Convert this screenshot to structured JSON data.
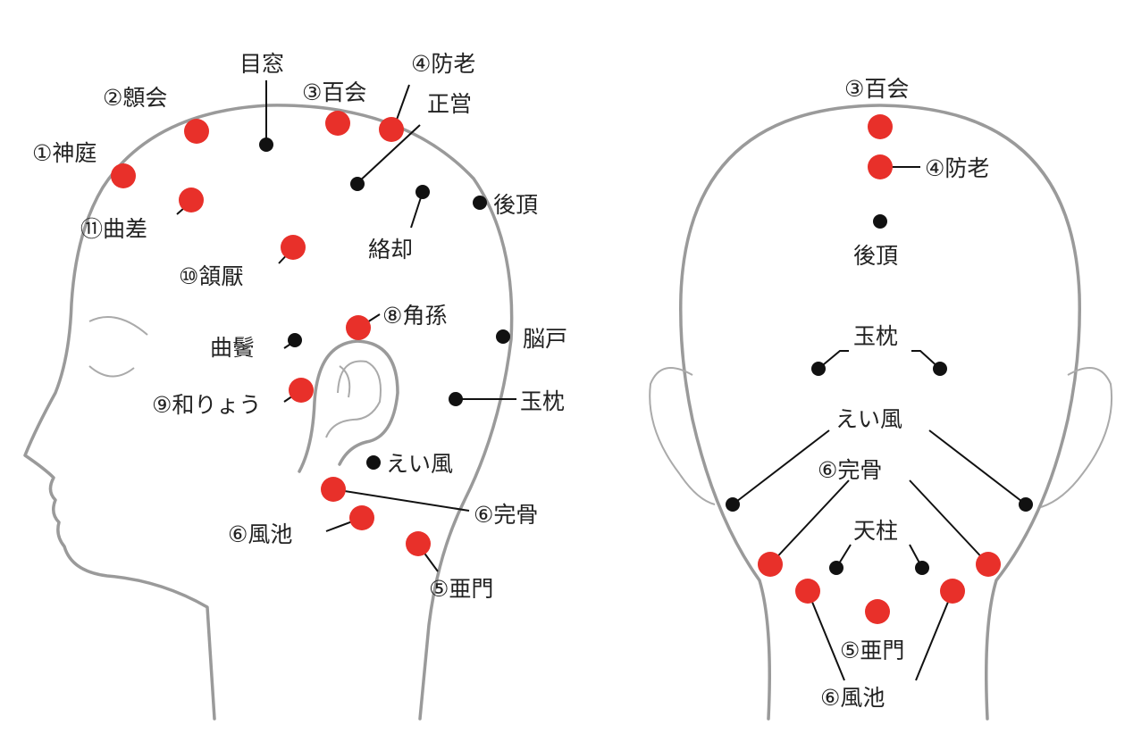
{
  "colors": {
    "main_point": "#e8302a",
    "other_point": "#111111",
    "outline": "#9a9a9a"
  },
  "side_view": {
    "labels": {
      "mokuso": "目窓",
      "boro": "④防老",
      "shinkai": "②顖会",
      "hyakue": "③百会",
      "shoei": "正営",
      "shintei": "①神庭",
      "gocho": "後頂",
      "kyokusa": "⑪曲差",
      "rakkyaku": "絡却",
      "ganen": "⑩頷厭",
      "kakuson": "⑧角孫",
      "noko": "脳戸",
      "kyokubin": "曲鬢",
      "wakuryo": "⑨和りょう",
      "gyokuchin": "玉枕",
      "eifu": "えい風",
      "kankotsu": "⑥完骨",
      "fuchi": "⑥風池",
      "amon": "⑤亜門"
    }
  },
  "back_view": {
    "labels": {
      "hyakue": "③百会",
      "boro": "④防老",
      "gocho": "後頂",
      "gyokuchin": "玉枕",
      "eifu": "えい風",
      "kankotsu": "⑥完骨",
      "tenchu": "天柱",
      "amon": "⑤亜門",
      "fuchi": "⑥風池"
    }
  }
}
